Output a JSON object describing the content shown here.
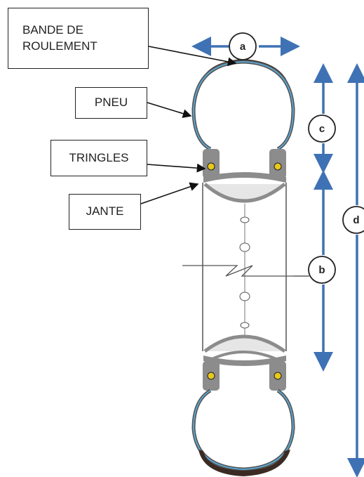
{
  "labels": {
    "bande_de_roulement": "BANDE DE\nROULEMENT",
    "pneu": "PNEU",
    "tringles": "TRINGLES",
    "jante": "JANTE"
  },
  "dimensions": {
    "a": "a",
    "b": "b",
    "c": "c",
    "d": "d"
  },
  "colors": {
    "arrow": "#3f72b4",
    "tire_outline": "#555555",
    "tire_inner_line": "#5aa9d6",
    "tread": "#3b2b22",
    "bead": "#e8c81c",
    "rim": "#8c8c8c",
    "label_border": "#222222"
  }
}
